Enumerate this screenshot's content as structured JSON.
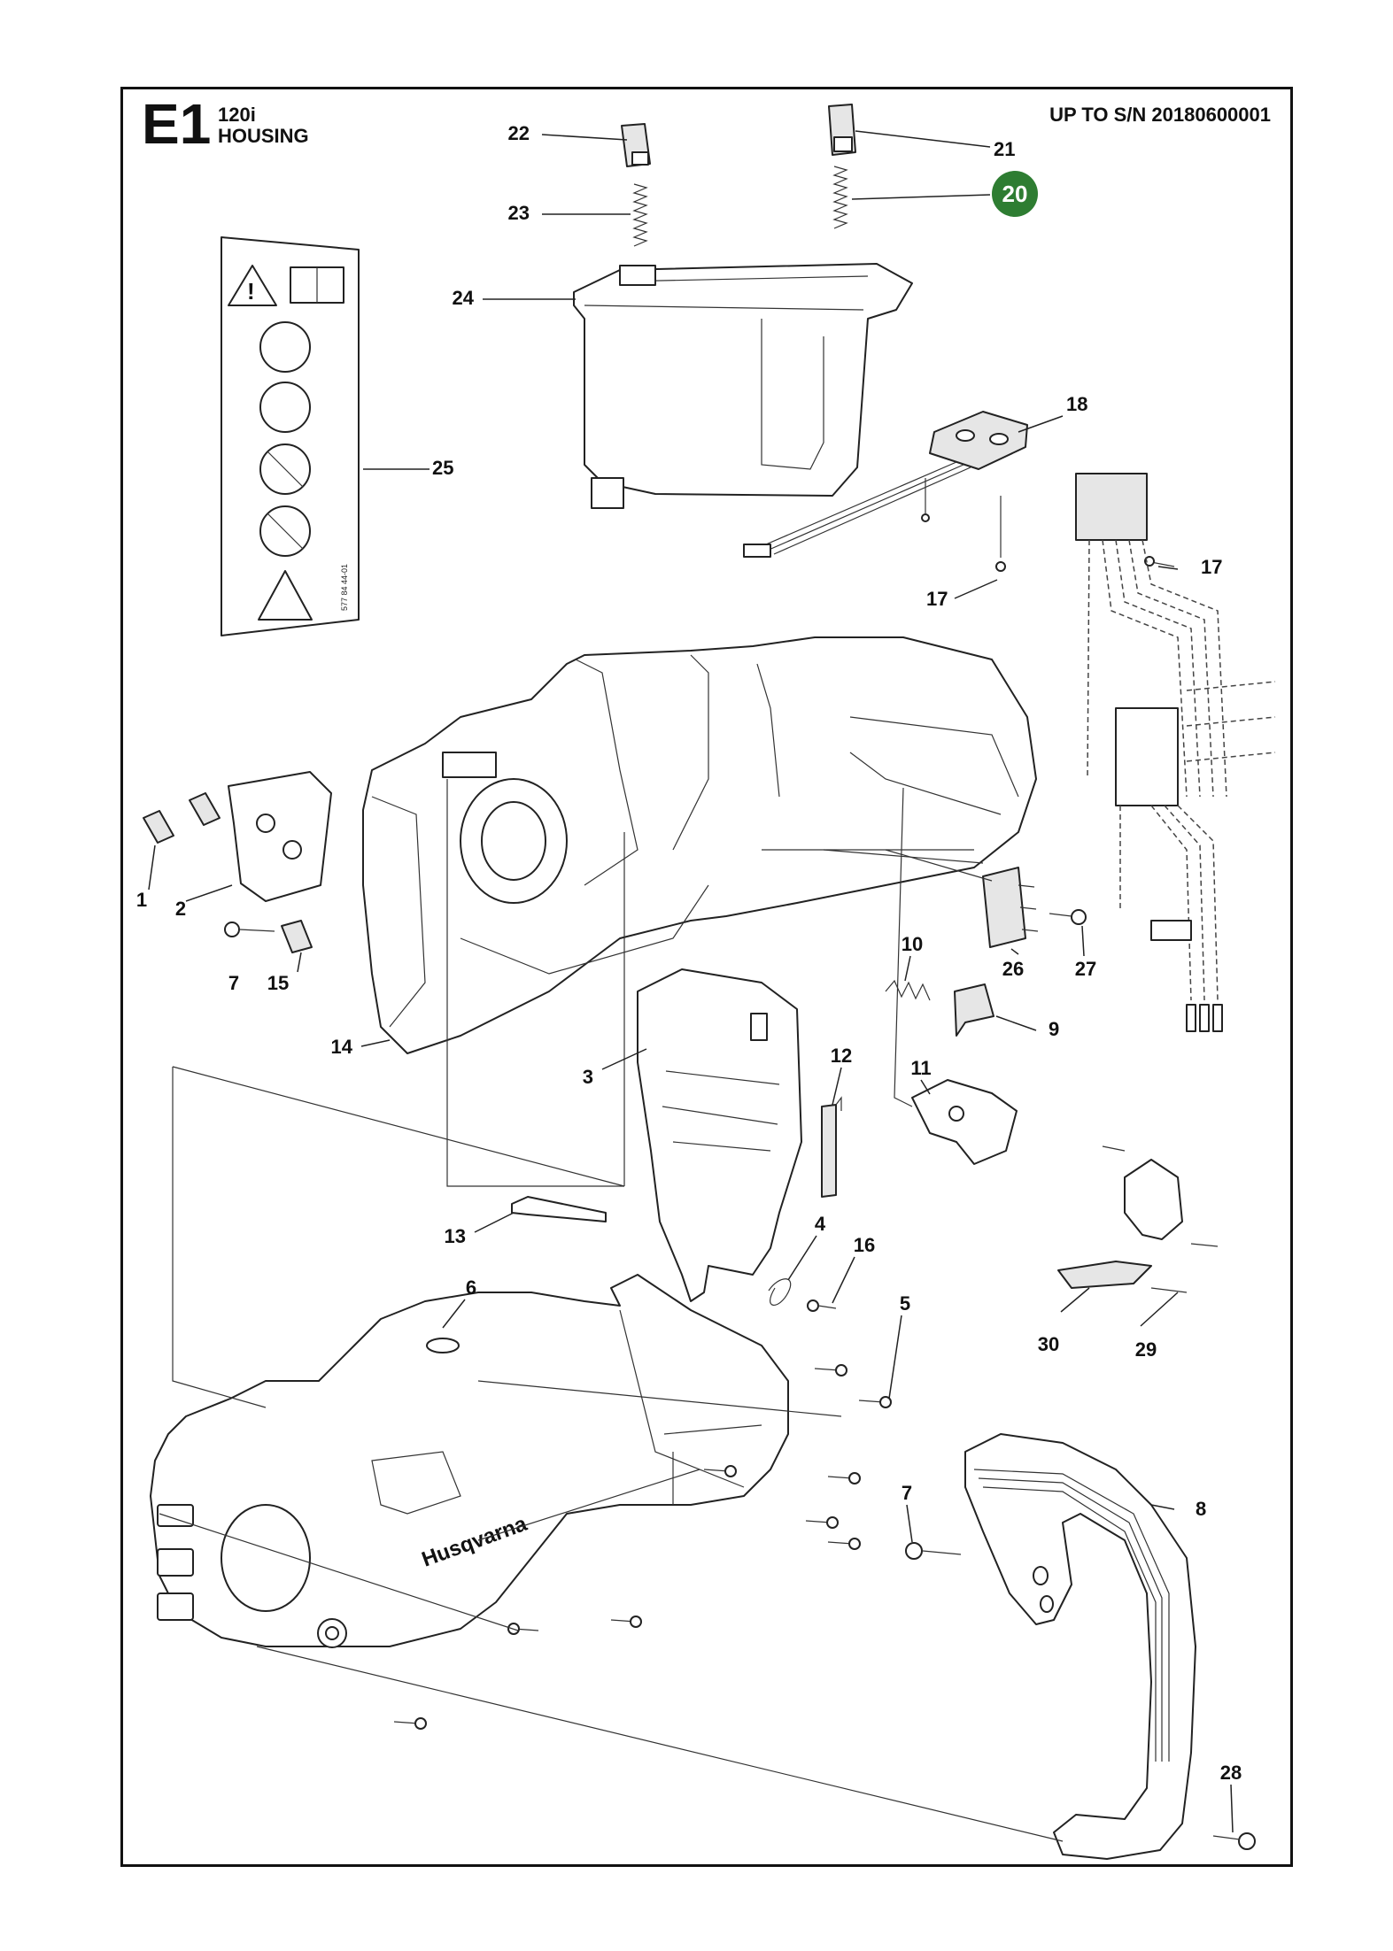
{
  "header": {
    "sheet_code": "E1",
    "model": "120i",
    "section": "HOUSING",
    "serial_note": "UP TO S/N 20180600001"
  },
  "highlight": {
    "number": "20",
    "color": "#2e7d32"
  },
  "decal": {
    "code": "577 84 44-01"
  },
  "brand_logo": "Husqvarna",
  "callouts": [
    "1",
    "2",
    "3",
    "4",
    "5",
    "6",
    "7",
    "8",
    "9",
    "10",
    "11",
    "12",
    "13",
    "14",
    "15",
    "16",
    "17",
    "18",
    "21",
    "22",
    "23",
    "24",
    "25",
    "26",
    "27",
    "28",
    "29",
    "30"
  ],
  "callout_labels": {
    "c1": "1",
    "c2": "2",
    "c3": "3",
    "c4": "4",
    "c5": "5",
    "c6": "6",
    "c7a": "7",
    "c7b": "7",
    "c8": "8",
    "c9": "9",
    "c10": "10",
    "c11": "11",
    "c12": "12",
    "c13": "13",
    "c14": "14",
    "c15": "15",
    "c16": "16",
    "c17a": "17",
    "c17b": "17",
    "c18": "18",
    "c21": "21",
    "c22": "22",
    "c23": "23",
    "c24": "24",
    "c25": "25",
    "c26": "26",
    "c27": "27",
    "c28": "28",
    "c29": "29",
    "c30": "30"
  }
}
